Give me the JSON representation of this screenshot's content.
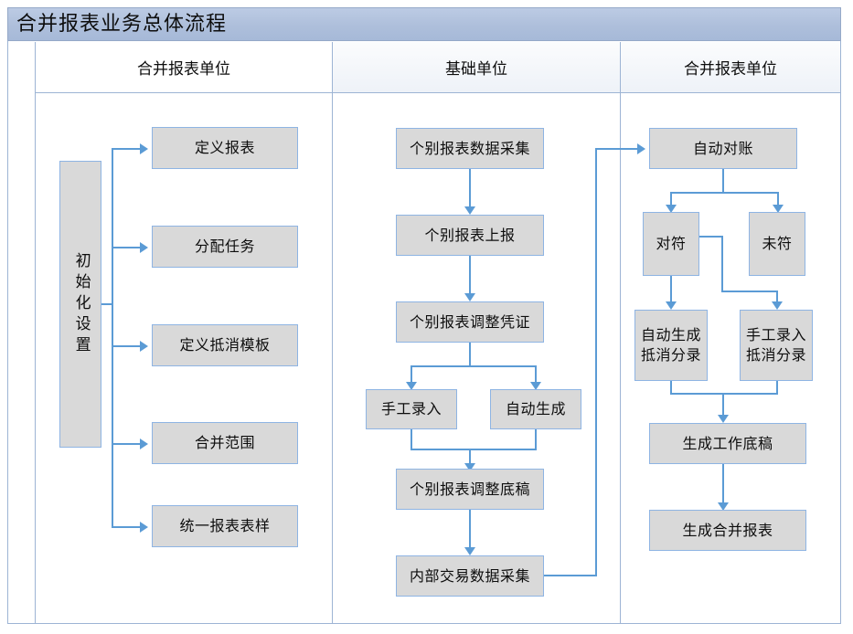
{
  "title": "合并报表业务总体流程",
  "lanes": [
    {
      "id": "lane-left",
      "label": "合并报表单位"
    },
    {
      "id": "lane-middle",
      "label": "基础单位"
    },
    {
      "id": "lane-right",
      "label": "合并报表单位"
    }
  ],
  "colors": {
    "title_bar": "#aebfdb",
    "box_fill": "#d9d9d9",
    "box_border": "#8eb4e3",
    "connector": "#5b9bd5",
    "frame_border": "#9db4d4"
  },
  "nodes": {
    "init_setup": "初始化设置",
    "define_report": "定义报表",
    "assign_task": "分配任务",
    "define_offset_template": "定义抵消模板",
    "merge_scope": "合并范围",
    "unify_report_format": "统一报表表样",
    "individual_data_collect": "个别报表数据采集",
    "individual_report_submit": "个别报表上报",
    "individual_adjust_voucher": "个别报表调整凭证",
    "manual_entry": "手工录入",
    "auto_generate": "自动生成",
    "individual_adjust_draft": "个别报表调整底稿",
    "internal_txn_collect": "内部交易数据采集",
    "auto_reconcile": "自动对账",
    "matched": "对符",
    "unmatched": "未符",
    "auto_gen_offset_entry_l1": "自动生成",
    "auto_gen_offset_entry_l2": "抵消分录",
    "manual_offset_entry_l1": "手工录入",
    "manual_offset_entry_l2": "抵消分录",
    "gen_working_paper": "生成工作底稿",
    "gen_consolidated_report": "生成合并报表"
  },
  "chart_data": {
    "type": "diagram",
    "diagram_kind": "swimlane-flowchart",
    "title": "合并报表业务总体流程",
    "lanes": [
      "合并报表单位",
      "基础单位",
      "合并报表单位"
    ],
    "nodes": [
      {
        "id": "init_setup",
        "label": "初始化设置",
        "lane": 0
      },
      {
        "id": "define_report",
        "label": "定义报表",
        "lane": 0
      },
      {
        "id": "assign_task",
        "label": "分配任务",
        "lane": 0
      },
      {
        "id": "define_offset_template",
        "label": "定义抵消模板",
        "lane": 0
      },
      {
        "id": "merge_scope",
        "label": "合并范围",
        "lane": 0
      },
      {
        "id": "unify_report_format",
        "label": "统一报表表样",
        "lane": 0
      },
      {
        "id": "individual_data_collect",
        "label": "个别报表数据采集",
        "lane": 1
      },
      {
        "id": "individual_report_submit",
        "label": "个别报表上报",
        "lane": 1
      },
      {
        "id": "individual_adjust_voucher",
        "label": "个别报表调整凭证",
        "lane": 1
      },
      {
        "id": "manual_entry",
        "label": "手工录入",
        "lane": 1
      },
      {
        "id": "auto_generate",
        "label": "自动生成",
        "lane": 1
      },
      {
        "id": "individual_adjust_draft",
        "label": "个别报表调整底稿",
        "lane": 1
      },
      {
        "id": "internal_txn_collect",
        "label": "内部交易数据采集",
        "lane": 1
      },
      {
        "id": "auto_reconcile",
        "label": "自动对账",
        "lane": 2
      },
      {
        "id": "matched",
        "label": "对符",
        "lane": 2
      },
      {
        "id": "unmatched",
        "label": "未符",
        "lane": 2
      },
      {
        "id": "auto_gen_offset_entry",
        "label": "自动生成抵消分录",
        "lane": 2
      },
      {
        "id": "manual_offset_entry",
        "label": "手工录入抵消分录",
        "lane": 2
      },
      {
        "id": "gen_working_paper",
        "label": "生成工作底稿",
        "lane": 2
      },
      {
        "id": "gen_consolidated_report",
        "label": "生成合并报表",
        "lane": 2
      }
    ],
    "edges": [
      {
        "from": "init_setup",
        "to": "define_report"
      },
      {
        "from": "init_setup",
        "to": "assign_task"
      },
      {
        "from": "init_setup",
        "to": "define_offset_template"
      },
      {
        "from": "init_setup",
        "to": "merge_scope"
      },
      {
        "from": "init_setup",
        "to": "unify_report_format"
      },
      {
        "from": "individual_data_collect",
        "to": "individual_report_submit"
      },
      {
        "from": "individual_report_submit",
        "to": "individual_adjust_voucher"
      },
      {
        "from": "individual_adjust_voucher",
        "to": "manual_entry"
      },
      {
        "from": "individual_adjust_voucher",
        "to": "auto_generate"
      },
      {
        "from": "manual_entry",
        "to": "individual_adjust_draft"
      },
      {
        "from": "auto_generate",
        "to": "individual_adjust_draft"
      },
      {
        "from": "individual_adjust_draft",
        "to": "internal_txn_collect"
      },
      {
        "from": "internal_txn_collect",
        "to": "auto_reconcile"
      },
      {
        "from": "auto_reconcile",
        "to": "matched"
      },
      {
        "from": "auto_reconcile",
        "to": "unmatched"
      },
      {
        "from": "matched",
        "to": "auto_gen_offset_entry"
      },
      {
        "from": "matched",
        "to": "manual_offset_entry"
      },
      {
        "from": "auto_gen_offset_entry",
        "to": "gen_working_paper"
      },
      {
        "from": "manual_offset_entry",
        "to": "gen_working_paper"
      },
      {
        "from": "gen_working_paper",
        "to": "gen_consolidated_report"
      }
    ]
  }
}
